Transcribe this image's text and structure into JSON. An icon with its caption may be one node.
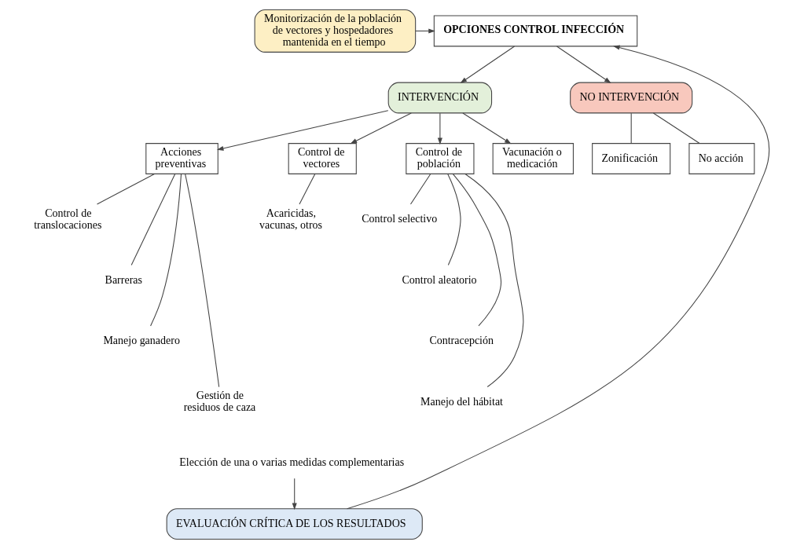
{
  "diagram": {
    "nodes": [
      {
        "text": [
          "Monitorización de la población de vectores y hospedadores mantenida en el tiempo"
        ]
      },
      {
        "text": [
          "OPCIONES CONTROL INFECCIÓN"
        ]
      },
      {
        "text": [
          "INTERVENCIÓN"
        ]
      },
      {
        "text": [
          "NO INTERVENCIÓN"
        ]
      },
      {
        "text": [
          "Acciones preventivas"
        ]
      },
      {
        "text": [
          "Control de vectores"
        ]
      },
      {
        "text": [
          "Control de población"
        ]
      },
      {
        "text": [
          "Vacunación o medicación"
        ]
      },
      {
        "text": [
          "Zonificación"
        ]
      },
      {
        "text": [
          "No acción"
        ]
      },
      {
        "text": [
          "Control de translocaciones"
        ]
      },
      {
        "text": [
          "Barreras"
        ]
      },
      {
        "text": [
          "Manejo ganadero"
        ]
      },
      {
        "text": [
          "Gestión de residuos de caza"
        ]
      },
      {
        "text": [
          "Acaricidas, vacunas, otros"
        ]
      },
      {
        "text": [
          "Control selectivo"
        ]
      },
      {
        "text": [
          "Control aleatorio"
        ]
      },
      {
        "text": [
          "Contracepción"
        ]
      },
      {
        "text": [
          "Manejo del hábitat"
        ]
      },
      {
        "text": [
          "Elección de una o varias medidas complementarias"
        ]
      },
      {
        "text": [
          "EVALUACIÓN CRÍTICA DE LOS RESULTADOS"
        ]
      }
    ],
    "edges": [
      {
        "from": 0,
        "to": 1,
        "arrow": "to"
      },
      {
        "from": 1,
        "to": 2,
        "arrow": "to"
      },
      {
        "from": 1,
        "to": 3,
        "arrow": "to"
      },
      {
        "from": 2,
        "to": 4,
        "arrow": "to"
      },
      {
        "from": 2,
        "to": 5,
        "arrow": "to"
      },
      {
        "from": 2,
        "to": 6,
        "arrow": "to"
      },
      {
        "from": 2,
        "to": 7,
        "arrow": "to"
      },
      {
        "from": 3,
        "to": 8,
        "arrow": "none"
      },
      {
        "from": 3,
        "to": 9,
        "arrow": "none"
      },
      {
        "from": 4,
        "to": 10,
        "arrow": "none"
      },
      {
        "from": 4,
        "to": 11,
        "arrow": "none"
      },
      {
        "from": 4,
        "to": 12,
        "arrow": "none"
      },
      {
        "from": 4,
        "to": 13,
        "arrow": "none"
      },
      {
        "from": 5,
        "to": 14,
        "arrow": "none"
      },
      {
        "from": 6,
        "to": 15,
        "arrow": "none"
      },
      {
        "from": 6,
        "to": 16,
        "arrow": "none"
      },
      {
        "from": 6,
        "to": 17,
        "arrow": "none"
      },
      {
        "from": 6,
        "to": 18,
        "arrow": "none"
      },
      {
        "from": 19,
        "to": 20,
        "arrow": "to"
      },
      {
        "from": 20,
        "to": 1,
        "arrow": "to"
      }
    ]
  }
}
